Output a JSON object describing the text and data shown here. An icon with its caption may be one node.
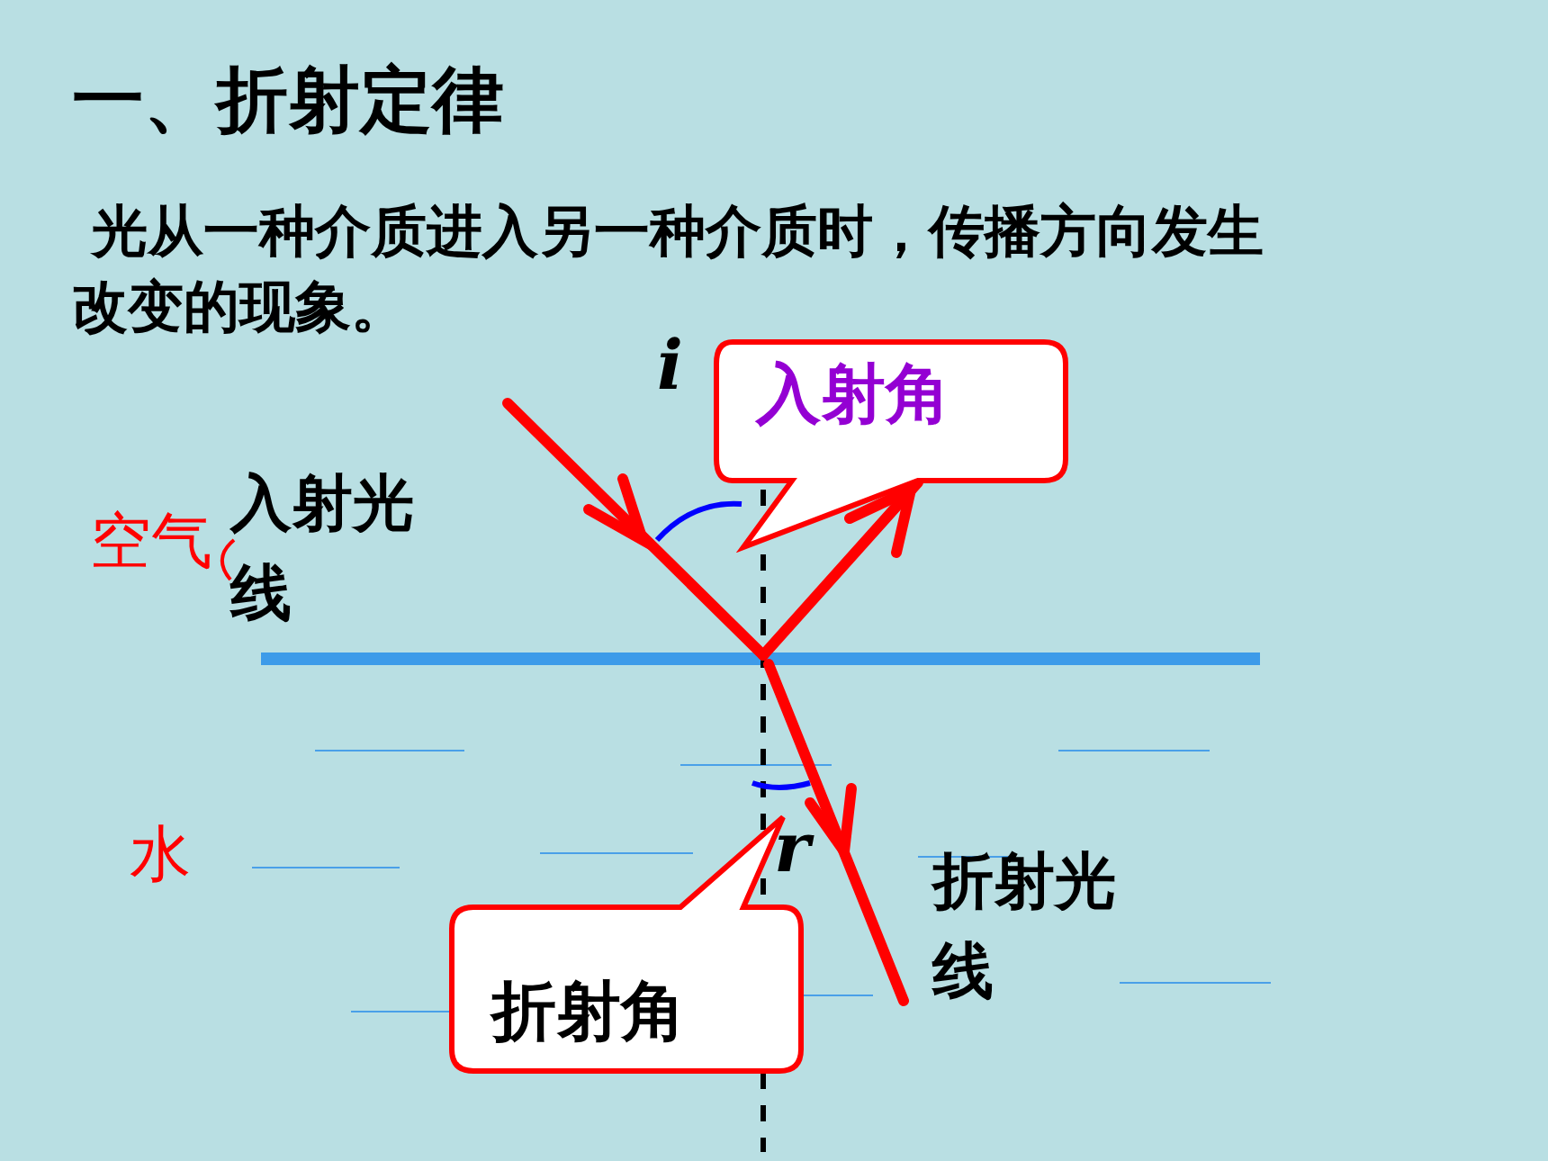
{
  "diagram": {
    "title": "一、折射定律",
    "nodes": [
      {
        "text": [
          "入射角"
        ]
      },
      {
        "text": [
          "折射角"
        ]
      }
    ],
    "labels": [
      " 光从一种介质进入另一种介质时，传播方向发生改变的现象。",
      "i",
      "入射光线",
      "空气",
      "r",
      "水",
      "折射光线"
    ]
  }
}
